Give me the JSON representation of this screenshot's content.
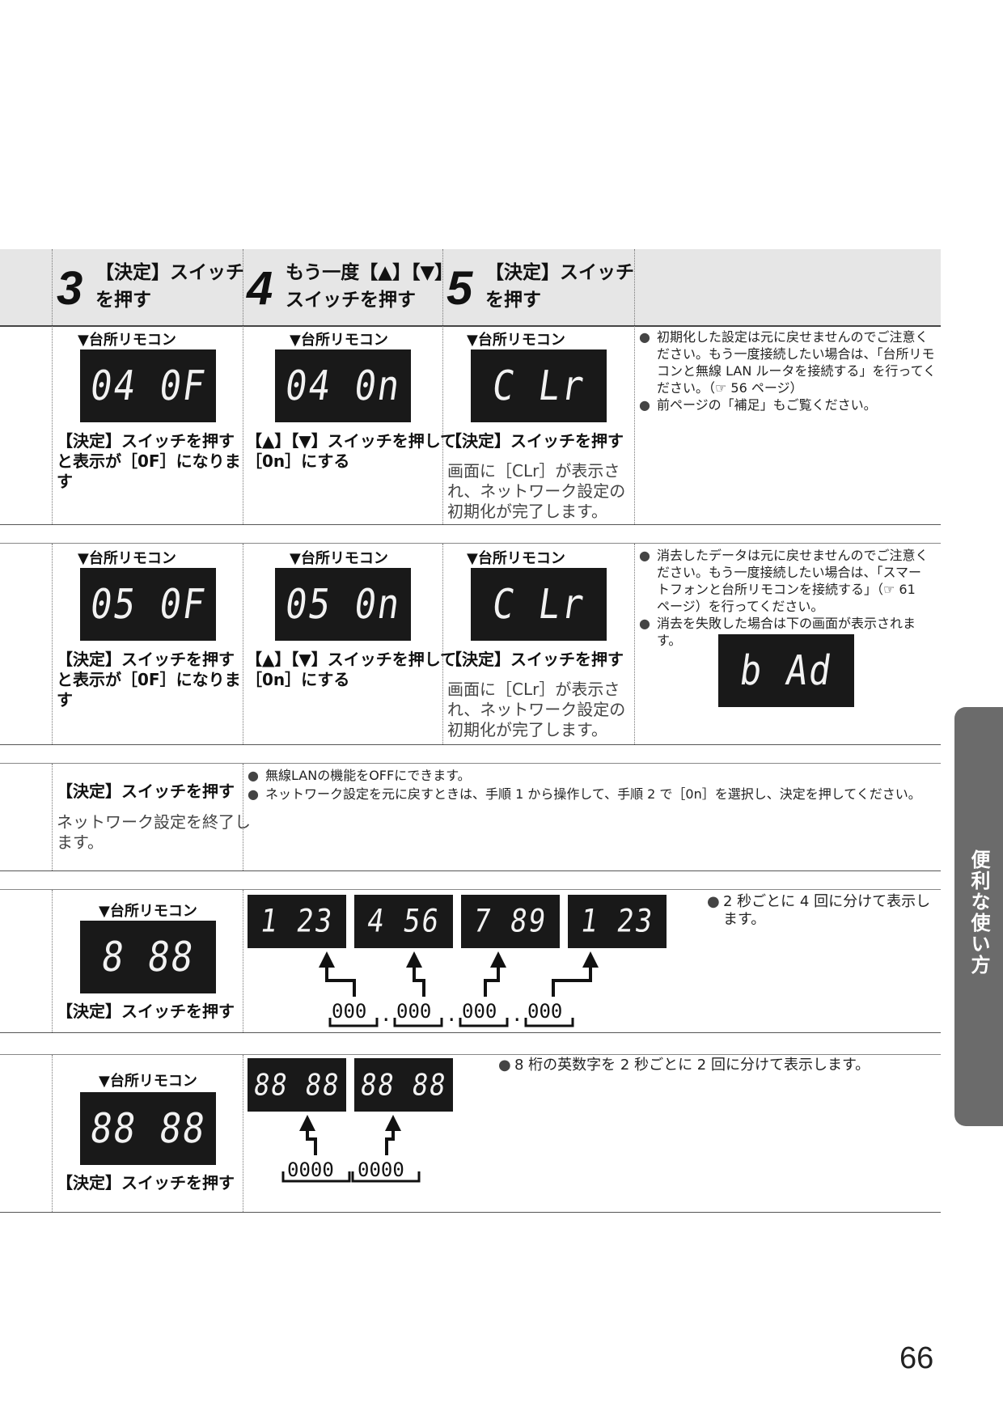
{
  "header": {
    "steps": [
      {
        "num": "3",
        "line1": "【決定】スイッチ",
        "line2": "を押す"
      },
      {
        "num": "4",
        "line1": "もう一度【▲】【▼】",
        "line2": "スイッチを押す"
      },
      {
        "num": "5",
        "line1": "【決定】スイッチ",
        "line2": "を押す"
      }
    ]
  },
  "remote_label": "▼台所リモコン",
  "section1": {
    "col3": {
      "display": "04 0F",
      "action_l1": "【決定】スイッチを押す",
      "action_l2": "と表示が［0F］になりま",
      "action_l3": "す"
    },
    "col4": {
      "display": "04 0n",
      "action_l1": "【▲】【▼】スイッチを押して、",
      "action_l2": "［0n］にする"
    },
    "col5": {
      "display": "C Lr",
      "action_l1": "【決定】スイッチを押す",
      "desc_l1": "画面に［CLr］が表示さ",
      "desc_l2": "れ、ネットワーク設定の",
      "desc_l3": "初期化が完了します。"
    },
    "notes": [
      {
        "l1": "初期化した設定は元に戻せませんのでご注意く",
        "l2": "ださい。もう一度接続したい場合は、「台所リモ",
        "l3": "コンと無線 LAN ルータを接続する」を行ってく",
        "l4": "ださい。（☞ 56 ページ）"
      },
      {
        "l1": "前ページの「補足」もご覧ください。"
      }
    ]
  },
  "section2": {
    "col3": {
      "display": "05 0F",
      "action_l1": "【決定】スイッチを押す",
      "action_l2": "と表示が［0F］になりま",
      "action_l3": "す"
    },
    "col4": {
      "display": "05 0n",
      "action_l1": "【▲】【▼】スイッチを押して、",
      "action_l2": "［0n］にする"
    },
    "col5": {
      "display": "C Lr",
      "action_l1": "【決定】スイッチを押す",
      "desc_l1": "画面に［CLr］が表示さ",
      "desc_l2": "れ、ネットワーク設定の",
      "desc_l3": "初期化が完了します。"
    },
    "notes": [
      {
        "l1": "消去したデータは元に戻せませんのでご注意く",
        "l2": "ださい。もう一度接続したい場合は、「スマー",
        "l3": "トフォンと台所リモコンを接続する」（☞ 61",
        "l4": "ページ）を行ってください。"
      },
      {
        "l1": "消去を失敗した場合は下の画面が表示されます。"
      }
    ],
    "bad_display": "b Ad"
  },
  "section3": {
    "action": "【決定】スイッチを押す",
    "desc_l1": "ネットワーク設定を終了し",
    "desc_l2": "ます。",
    "note1": "無線LANの機能をOFFにできます。",
    "note2": "ネットワーク設定を元に戻すときは、手順 1 から操作して、手順 2 で［0n］を選択し、決定を押してください。"
  },
  "section4": {
    "display": "8 88",
    "action": "【決定】スイッチを押す",
    "sequence": [
      "1 23",
      "4 56",
      "7 89",
      "1 23"
    ],
    "ip_groups": [
      "000",
      "000",
      "000",
      "000"
    ],
    "separator": ".",
    "note_l1": "2 秒ごとに 4 回に分けて表示し",
    "note_l2": "ます。"
  },
  "section5": {
    "display": "88 88",
    "action": "【決定】スイッチを押す",
    "sequence": [
      "88 88",
      "88 88"
    ],
    "groups": [
      "0000",
      "0000"
    ],
    "note": "8 桁の英数字を 2 秒ごとに 2 回に分けて表示します。"
  },
  "side_tab": "便利な使い方",
  "page_number": "66"
}
